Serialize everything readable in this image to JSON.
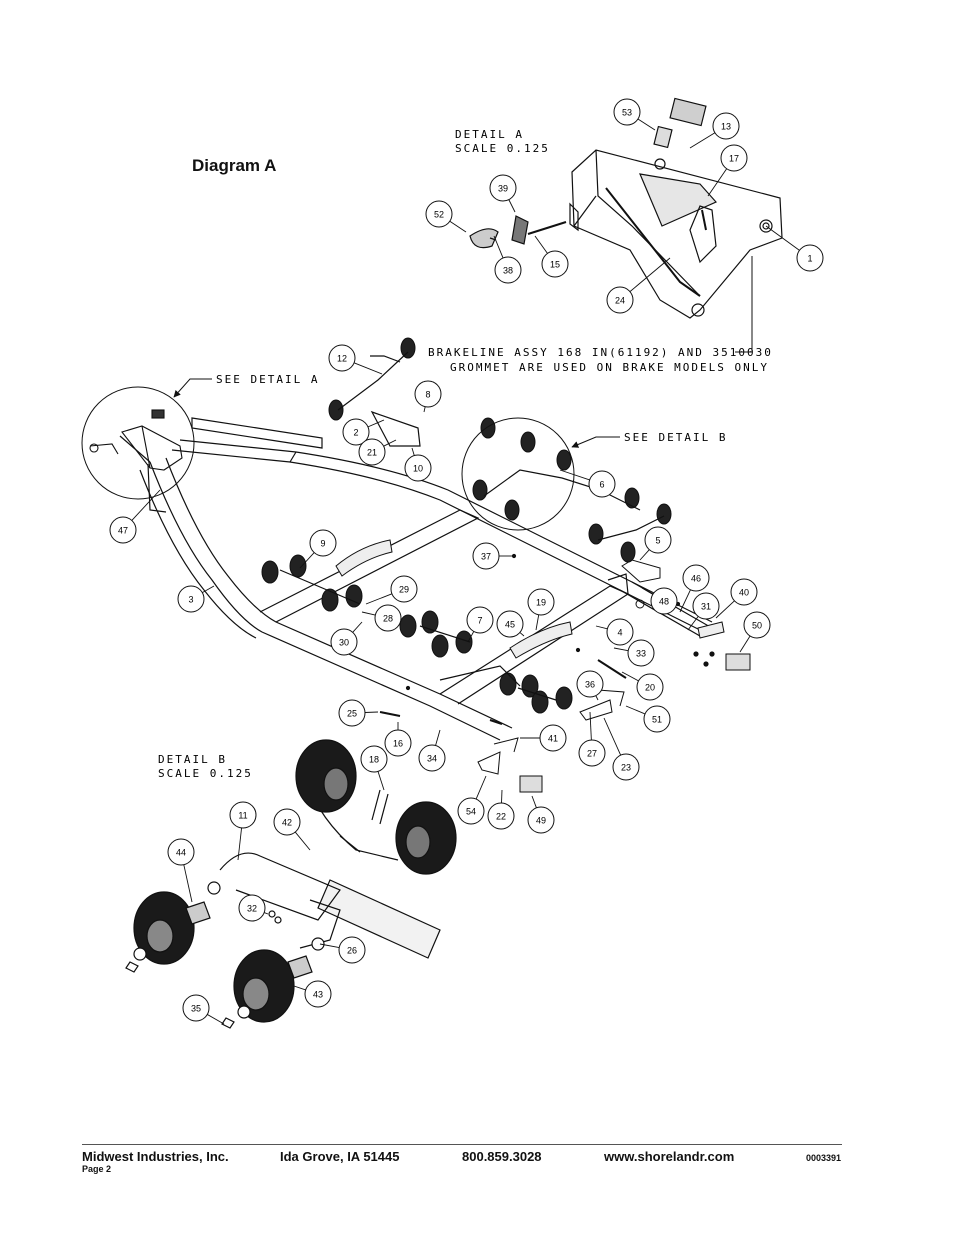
{
  "diagram_title": "Diagram A",
  "detail_a": {
    "line1": "DETAIL  A",
    "line2": "SCALE  0.125"
  },
  "detail_b": {
    "line1": "DETAIL  B",
    "line2": "SCALE  0.125"
  },
  "see_detail_a": "SEE DETAIL  A",
  "see_detail_b": "SEE DETAIL  B",
  "brakeline_note": {
    "line1": "BRAKELINE ASSY 168 IN(61192) AND 3510030",
    "line2": "GROMMET ARE USED ON BRAKE MODELS ONLY"
  },
  "callouts": [
    "53",
    "13",
    "17",
    "39",
    "52",
    "38",
    "15",
    "24",
    "1",
    "12",
    "8",
    "2",
    "21",
    "10",
    "6",
    "5",
    "9",
    "47",
    "3",
    "37",
    "29",
    "28",
    "30",
    "46",
    "48",
    "40",
    "31",
    "7",
    "45",
    "19",
    "4",
    "33",
    "50",
    "20",
    "36",
    "51",
    "25",
    "16",
    "34",
    "41",
    "27",
    "23",
    "18",
    "54",
    "22",
    "49",
    "11",
    "42",
    "44",
    "32",
    "26",
    "35",
    "43"
  ],
  "footer": {
    "company": "Midwest Industries, Inc.",
    "city": "Ida Grove, IA  51445",
    "phone": "800.859.3028",
    "web": "www.shorelandr.com",
    "doc_no": "0003391",
    "page": "Page 2"
  }
}
